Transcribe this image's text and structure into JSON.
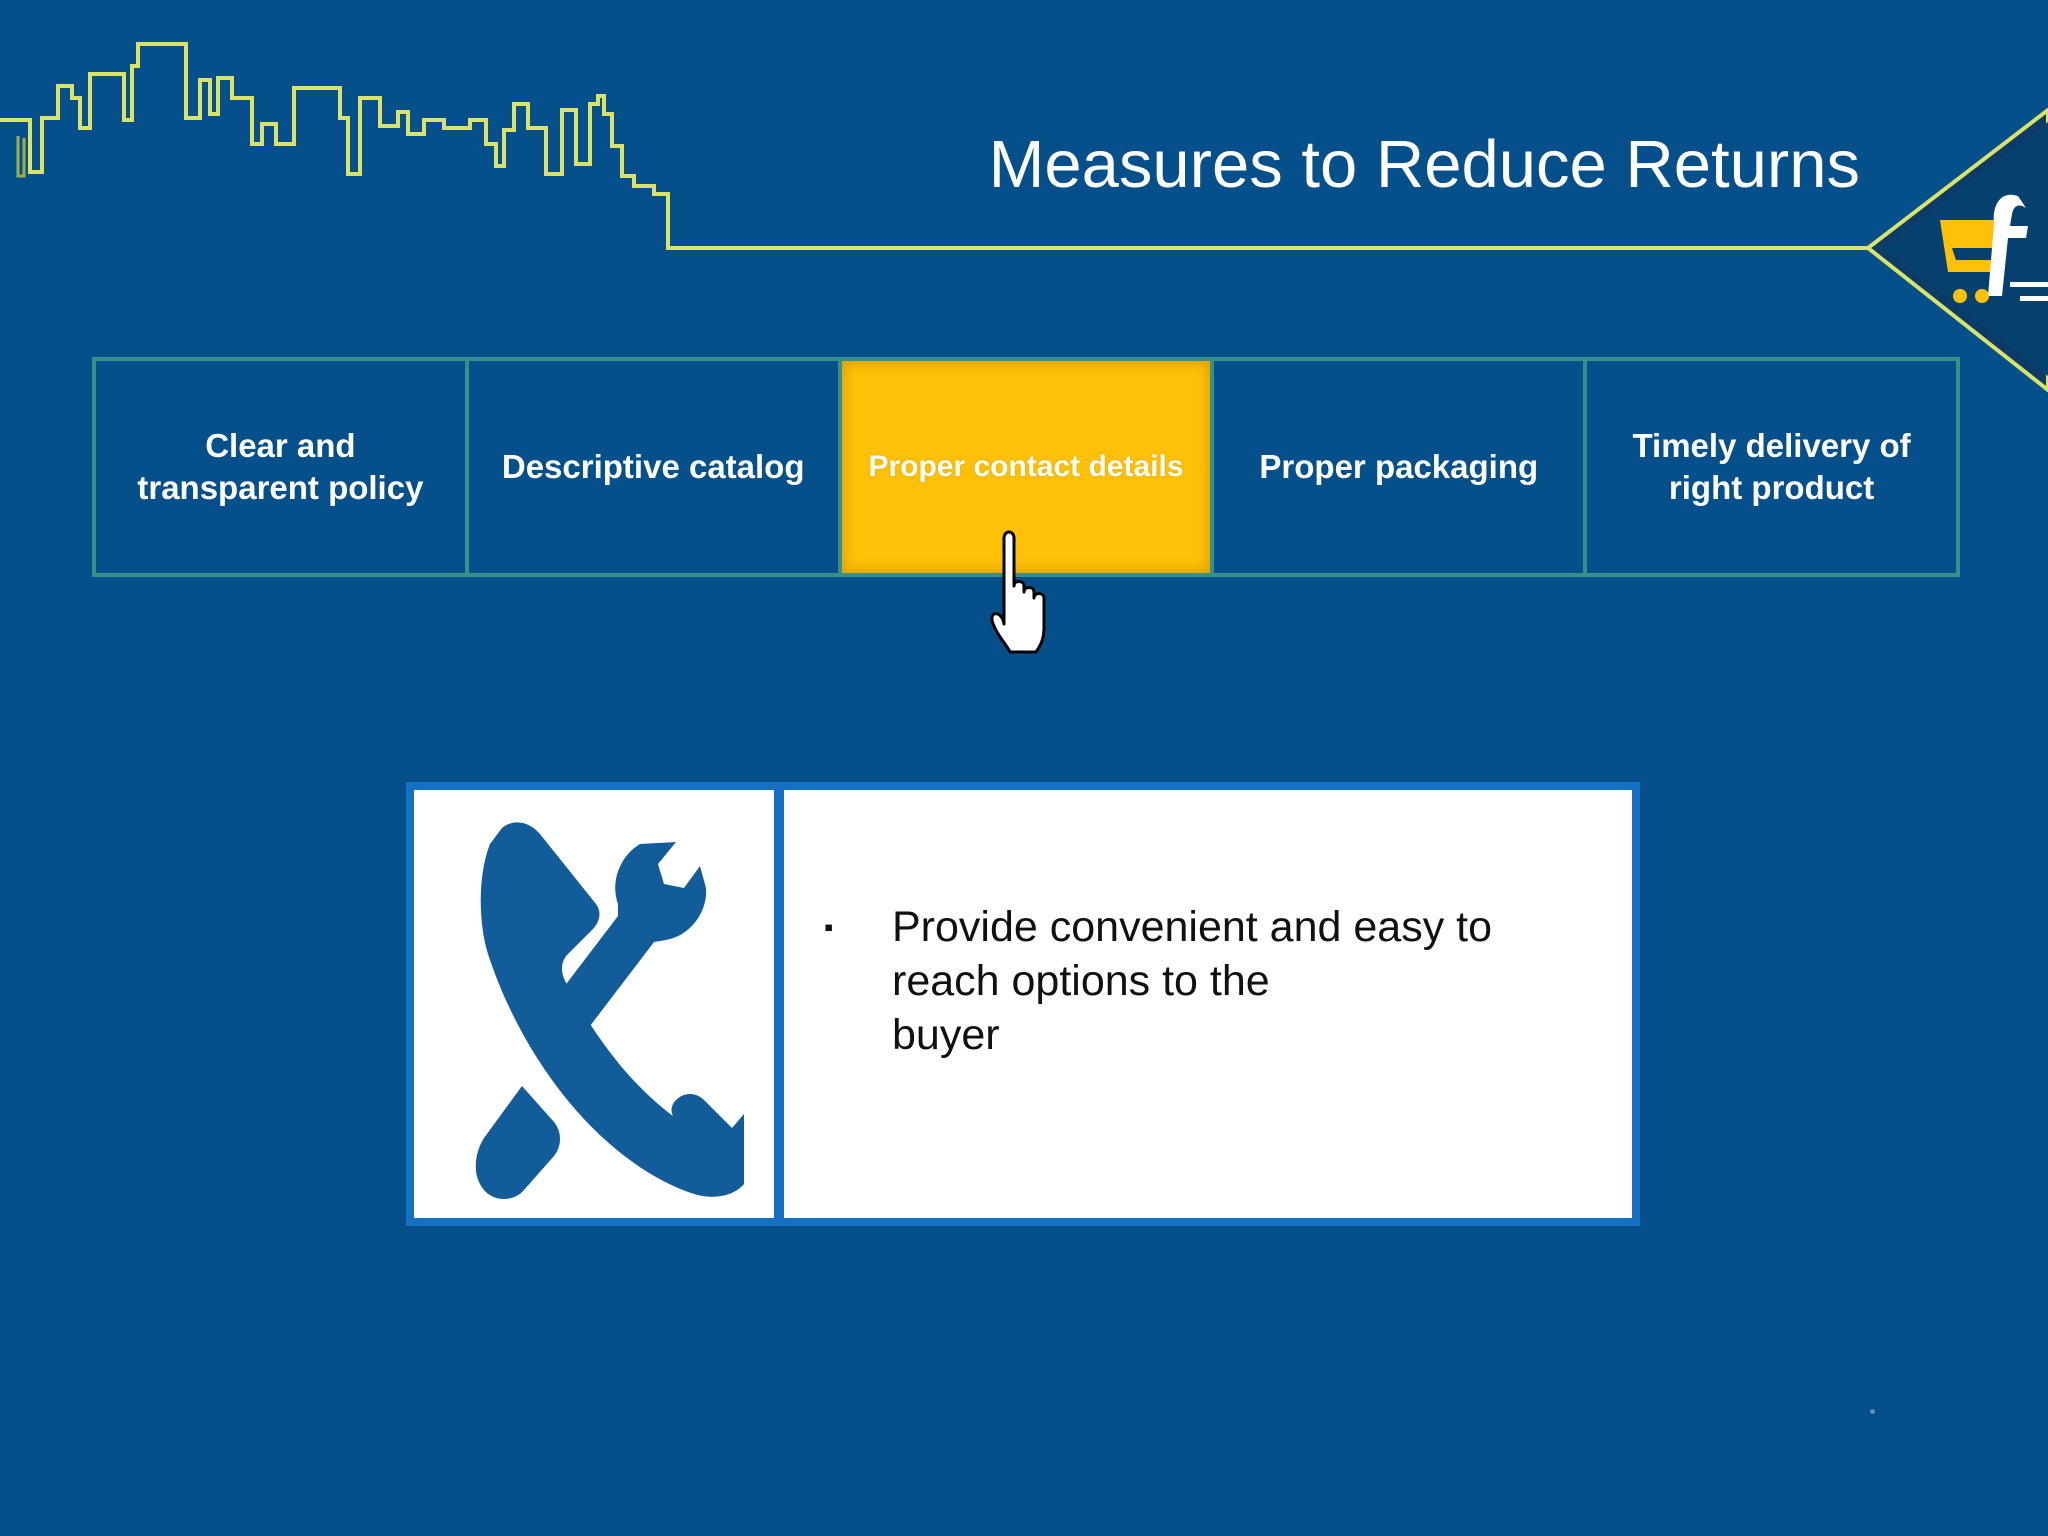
{
  "slide": {
    "title": "Measures to Reduce Returns",
    "background_color": "#05508a",
    "accent_color": "#d9e36a"
  },
  "tabs": [
    {
      "label": "Clear and\ntransparent policy",
      "active": false
    },
    {
      "label": "Descriptive catalog",
      "active": false
    },
    {
      "label": "Proper contact details",
      "active": true
    },
    {
      "label": "Proper packaging",
      "active": false
    },
    {
      "label": "Timely delivery of\nright product",
      "active": false
    }
  ],
  "tab_colors": {
    "border": "#3a8f8a",
    "active_background": "#ffc107"
  },
  "content_card": {
    "icon": "phone-wrench-icon",
    "bullet_mark": "▪",
    "bullet_text": "Provide convenient and easy to\nreach options to the\nbuyer",
    "border_color": "#1670c4"
  },
  "icons": {
    "logo": "flipkart-cart-logo-icon",
    "pointer": "hand-pointer-icon"
  }
}
